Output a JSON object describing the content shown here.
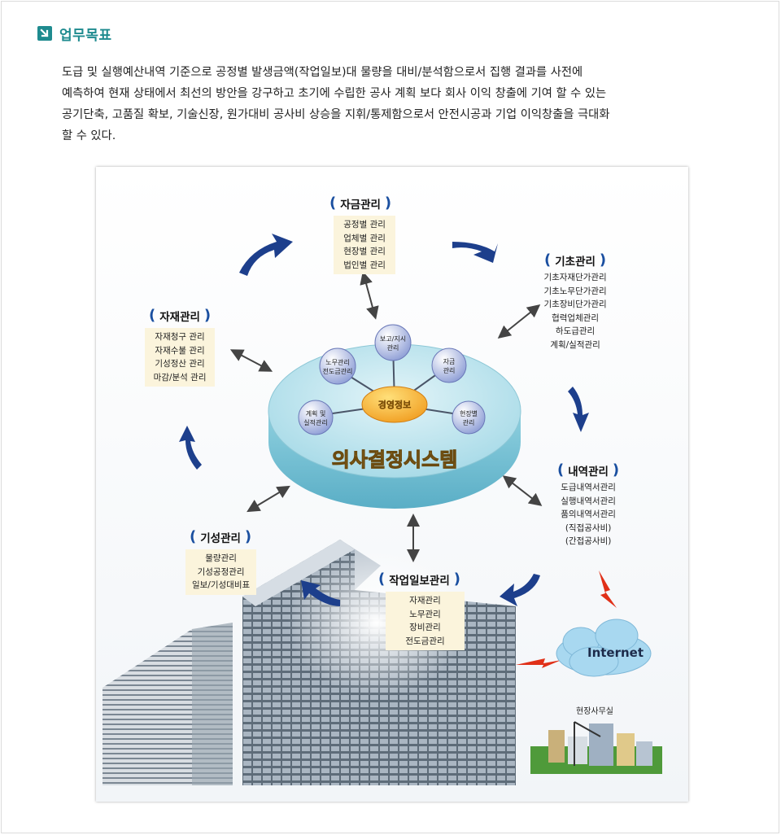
{
  "section": {
    "title": "업무목표",
    "icon": "arrow-down-right-icon",
    "accent_color": "#1f8b8f"
  },
  "description": [
    "도급 및 실행예산내역 기준으로 공정별 발생금액(작업일보)대 물량을 대비/분석함으로서 집행 결과를 사전에",
    "예측하여 현재 상태에서 최선의 방안을 강구하고 초기에 수립한 공사 계획 보다 회사 이익 창출에 기여 할 수 있는",
    "공기단축, 고품질 확보, 기술신장, 원가대비 공사비 상승을 지휘/통제함으로서 안전시공과 기업 이익창출을 극대화",
    "할 수 있다."
  ],
  "diagram": {
    "center": {
      "system_label": "의사결정시스템",
      "hub_label": "경영정보",
      "spokes": [
        [
          "보고/지시",
          "관리"
        ],
        [
          "자금",
          "관리"
        ],
        [
          "현장별",
          "관리"
        ],
        [
          "계획 및",
          "실적관리"
        ],
        [
          "노무관리",
          "전도금관리"
        ]
      ]
    },
    "modules": {
      "fund": {
        "title": "자금관리",
        "items": [
          "공정별 관리",
          "업체별 관리",
          "현장별 관리",
          "법인별 관리"
        ]
      },
      "basic": {
        "title": "기초관리",
        "items": [
          "기초자재단가관리",
          "기초노무단가관리",
          "기초장비단가관리",
          "협력업체관리",
          "하도급관리",
          "계획/실적관리"
        ]
      },
      "material": {
        "title": "자재관리",
        "items": [
          "자재청구 관리",
          "자재수불 관리",
          "기성정산 관리",
          "마감/분석 관리"
        ]
      },
      "statement": {
        "title": "내역관리",
        "items": [
          "도급내역서관리",
          "실행내역서관리",
          "품의내역서관리",
          "(직접공사비)",
          "(간접공사비)"
        ]
      },
      "progress": {
        "title": "기성관리",
        "items": [
          "물량관리",
          "기성공정관리",
          "일보/기성대비표"
        ]
      },
      "daily": {
        "title": "작업일보관리",
        "items": [
          "자재관리",
          "노무관리",
          "장비관리",
          "전도금관리"
        ]
      }
    },
    "internet_label": "Internet",
    "site_office_label": "현장사무실"
  }
}
